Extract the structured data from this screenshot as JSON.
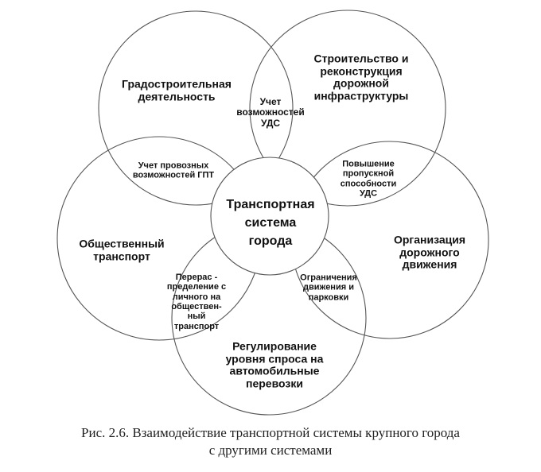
{
  "diagram": {
    "center": {
      "label": "Транспортная\nсистема\nгорода"
    },
    "systems": [
      {
        "id": "urban-planning",
        "label": "Градостроительная\nдеятельность"
      },
      {
        "id": "road-construction",
        "label": "Строительство  и\nреконструкция\nдорожной\nинфраструктуры"
      },
      {
        "id": "traffic-organization",
        "label": "Организация\nдорожного\nдвижения"
      },
      {
        "id": "demand-regulation",
        "label": "Регулирование\nуровня  спроса  на\nавтомобильные\nперевозки"
      },
      {
        "id": "public-transport",
        "label": "Общественный\nтранспорт"
      }
    ],
    "intersections": [
      {
        "id": "uds-capacity-account",
        "label": "Учет\nвозможностей\nУДС"
      },
      {
        "id": "uds-throughput",
        "label": "Повышение\nпропускной\nспособности\nУДС"
      },
      {
        "id": "traffic-parking-limits",
        "label": "Ограничения\nдвижения и\nпарковки"
      },
      {
        "id": "modal-shift",
        "label": "Перерас -\nпределение с\nличного на\nобществен-\nный\nтранспорт"
      },
      {
        "id": "gpt-capacity-account",
        "label": "Учет провозных\nвозможностей ГПТ"
      }
    ]
  },
  "caption": "Рис. 2.6. Взаимодействие транспортной системы крупного города\nс другими системами"
}
